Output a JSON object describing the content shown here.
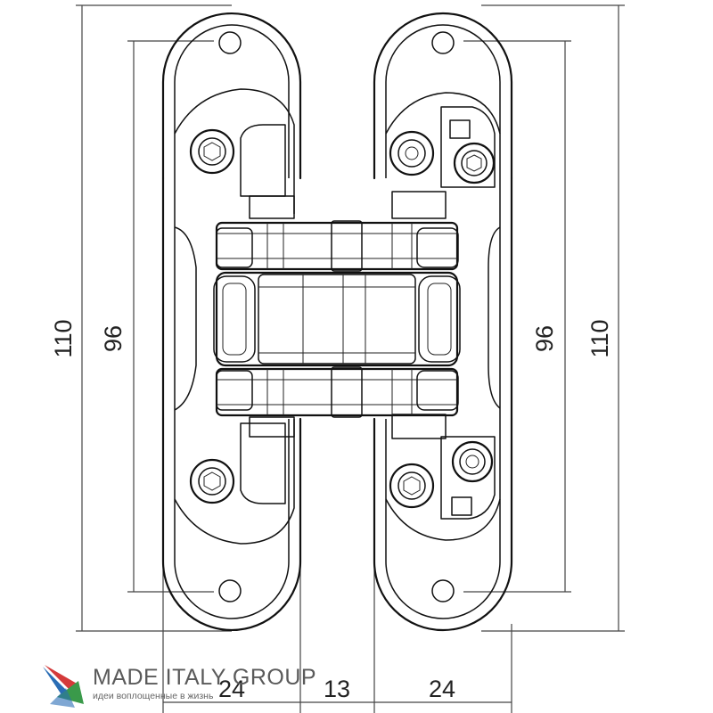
{
  "drawing": {
    "dimensions": {
      "height_outer_left": "110",
      "height_inner_left": "96",
      "height_inner_right": "96",
      "height_outer_right": "110",
      "width_left": "24",
      "width_gap": "13",
      "width_right": "24"
    }
  },
  "brand": {
    "name": "MADE ITALY GROUP",
    "tagline": "идеи воплощенные в жизнь",
    "colors": {
      "blue": "#2a6db5",
      "red": "#d43a3a",
      "green": "#3a9a4a"
    }
  }
}
